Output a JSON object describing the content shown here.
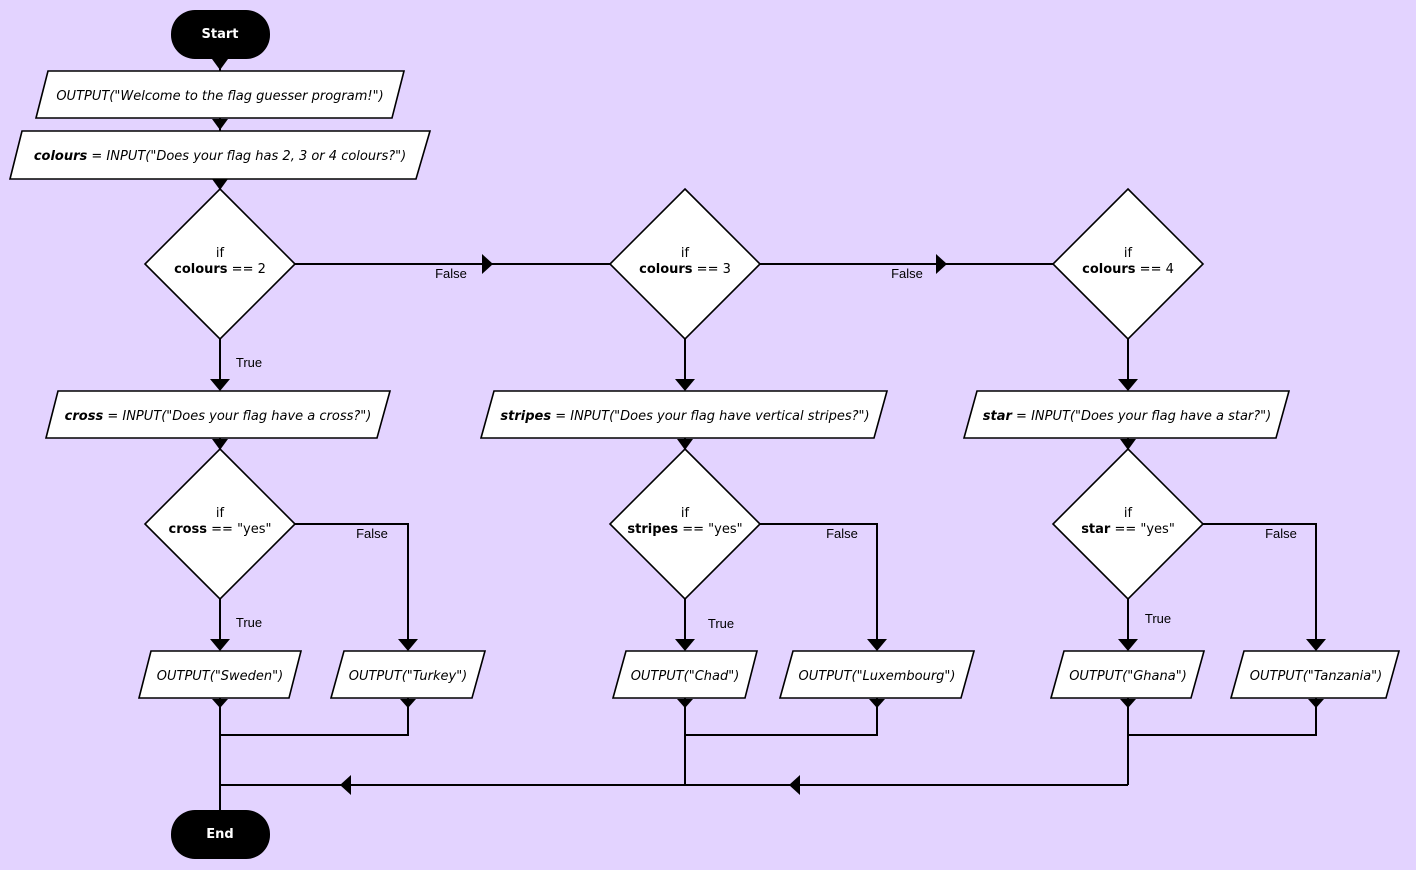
{
  "terminals": {
    "start": "Start",
    "end": "End"
  },
  "io": {
    "welcome": {
      "text": "OUTPUT(\"Welcome to the flag guesser program!\")"
    },
    "colours": {
      "var": "colours",
      "rest": " = INPUT(\"Does your flag has 2, 3 or 4 colours?\")"
    },
    "cross": {
      "var": "cross",
      "rest": " = INPUT(\"Does your flag have a cross?\")"
    },
    "stripes": {
      "var": "stripes",
      "rest": " = INPUT(\"Does your flag have vertical stripes?\")"
    },
    "star": {
      "var": "star",
      "rest": " = INPUT(\"Does your flag have a star?\")"
    },
    "sweden": {
      "text": "OUTPUT(\"Sweden\")"
    },
    "turkey": {
      "text": "OUTPUT(\"Turkey\")"
    },
    "chad": {
      "text": "OUTPUT(\"Chad\")"
    },
    "luxembourg": {
      "text": "OUTPUT(\"Luxembourg\")"
    },
    "ghana": {
      "text": "OUTPUT(\"Ghana\")"
    },
    "tanzania": {
      "text": "OUTPUT(\"Tanzania\")"
    }
  },
  "decisions": {
    "c2": {
      "kw": "if",
      "var": "colours",
      "rest": " == 2"
    },
    "c3": {
      "kw": "if",
      "var": "colours",
      "rest": " == 3"
    },
    "c4": {
      "kw": "if",
      "var": "colours",
      "rest": " == 4"
    },
    "cross": {
      "kw": "if",
      "var": "cross",
      "rest": " == \"yes\""
    },
    "stripes": {
      "kw": "if",
      "var": "stripes",
      "rest": " == \"yes\""
    },
    "star": {
      "kw": "if",
      "var": "star",
      "rest": " == \"yes\""
    }
  },
  "edge_labels": {
    "true": "True",
    "false": "False"
  },
  "colors": {
    "background": "#e3d3ff",
    "terminal": "#000000",
    "shape_fill": "#ffffff"
  }
}
